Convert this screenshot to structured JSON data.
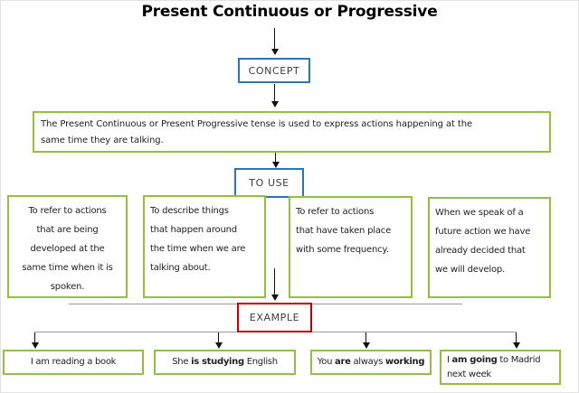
{
  "colors": {
    "blue": "#2e75b6",
    "green": "#94c03f",
    "red": "#c40000",
    "line_gray": "#9b9b9b",
    "ink": "#222222"
  },
  "title": "Present Continuous or Progressive",
  "concept": {
    "label": "CONCEPT",
    "definition": "The Present Continuous or Present Progressive tense is used to express actions happening at the\nsame time they are talking."
  },
  "to_use": {
    "label": "TO USE",
    "uses": [
      {
        "text": "To refer to actions\nthat are being\ndeveloped at the\nsame time when it is\nspoken."
      },
      {
        "text": "To describe things\nthat happen around\nthe time when we are\ntalking about."
      },
      {
        "text": "To refer to actions\nthat have taken place\nwith some frequency."
      },
      {
        "text": "When we speak of a\nfuture action we have\nalready decided that\nwe will develop."
      }
    ]
  },
  "example": {
    "label": "EXAMPLE",
    "examples": [
      {
        "segments": [
          {
            "t": "I am reading a book",
            "b": false
          }
        ]
      },
      {
        "segments": [
          {
            "t": "She ",
            "b": false
          },
          {
            "t": "is studying",
            "b": true
          },
          {
            "t": " English",
            "b": false
          }
        ]
      },
      {
        "segments": [
          {
            "t": "You ",
            "b": false
          },
          {
            "t": "are",
            "b": true
          },
          {
            "t": " always ",
            "b": false
          },
          {
            "t": "working",
            "b": true
          }
        ]
      },
      {
        "segments": [
          {
            "t": "I ",
            "b": false
          },
          {
            "t": "am going",
            "b": true
          },
          {
            "t": " to Madrid\nnext week",
            "b": false
          }
        ]
      }
    ]
  }
}
